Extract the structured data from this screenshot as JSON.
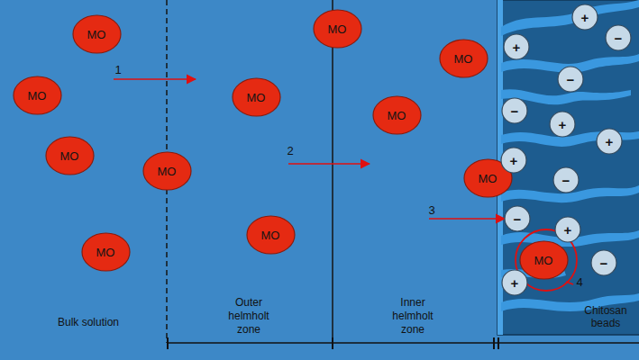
{
  "diagram": {
    "nodes": [
      {
        "text": [
          "MO"
        ]
      },
      {
        "text": [
          "MO"
        ]
      },
      {
        "text": [
          "MO"
        ]
      },
      {
        "text": [
          "MO"
        ]
      },
      {
        "text": [
          "MO"
        ]
      },
      {
        "text": [
          "MO"
        ]
      },
      {
        "text": [
          "MO"
        ]
      },
      {
        "text": [
          "MO"
        ]
      },
      {
        "text": [
          "MO"
        ]
      },
      {
        "text": [
          "MO"
        ]
      },
      {
        "text": [
          "MO"
        ]
      },
      {
        "text": [
          "Chitosan beads"
        ]
      },
      {
        "text": [
          "+"
        ],
        "in": 11
      },
      {
        "text": [
          "−"
        ],
        "in": 11
      },
      {
        "text": [
          "+"
        ],
        "in": 11
      },
      {
        "text": [
          "−"
        ],
        "in": 11
      },
      {
        "text": [
          "−"
        ],
        "in": 11
      },
      {
        "text": [
          "+"
        ],
        "in": 11
      },
      {
        "text": [
          "+"
        ],
        "in": 11
      },
      {
        "text": [
          "+"
        ],
        "in": 11
      },
      {
        "text": [
          "−"
        ],
        "in": 11
      },
      {
        "text": [
          "−"
        ],
        "in": 11
      },
      {
        "text": [
          "+"
        ],
        "in": 11
      },
      {
        "text": [
          "MO"
        ],
        "in": 11
      },
      {
        "text": [
          "−"
        ],
        "in": 11
      },
      {
        "text": [
          "+"
        ],
        "in": 11
      }
    ],
    "labels": [
      "1",
      "2",
      "3",
      "4",
      "Bulk solution",
      "Outer helmholt zone",
      "Inner helmholt zone"
    ]
  }
}
